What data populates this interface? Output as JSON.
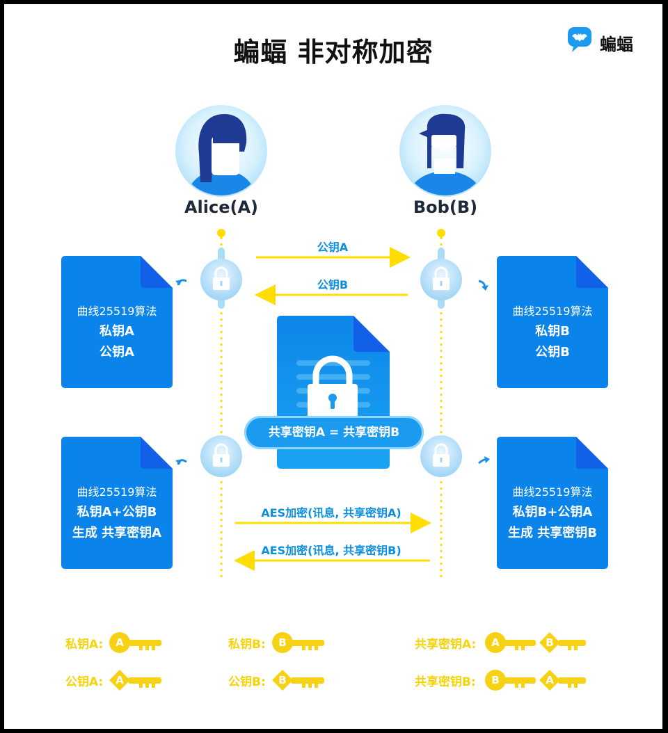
{
  "header": {
    "title": "蝙蝠 非对称加密",
    "brand_name": "蝙蝠"
  },
  "participants": {
    "alice": "Alice(A)",
    "bob": "Bob(B)"
  },
  "arrows": {
    "public_key_a": "公钥A",
    "public_key_b": "公钥B",
    "aes_a": "AES加密(讯息, 共享密钥A)",
    "aes_b": "AES加密(讯息, 共享密钥B)"
  },
  "docs": {
    "alice_top": {
      "algo": "曲线25519算法",
      "line1": "私钥A",
      "line2": "公钥A"
    },
    "bob_top": {
      "algo": "曲线25519算法",
      "line1": "私钥B",
      "line2": "公钥B"
    },
    "alice_bottom": {
      "algo": "曲线25519算法",
      "line1": "私钥A+公钥B",
      "line2": "生成 共享密钥A"
    },
    "bob_bottom": {
      "algo": "曲线25519算法",
      "line1": "私钥B+公钥A",
      "line2": "生成 共享密钥B"
    }
  },
  "center": {
    "shared_equation": "共享密钥A = 共享密钥B"
  },
  "legend": {
    "private_a": {
      "label": "私钥A:",
      "letter": "A"
    },
    "public_a": {
      "label": "公钥A:",
      "letter": "A"
    },
    "private_b": {
      "label": "私钥B:",
      "letter": "B"
    },
    "public_b": {
      "label": "公钥B:",
      "letter": "B"
    },
    "shared_a": {
      "label": "共享密钥A:",
      "letters": [
        "A",
        "B"
      ]
    },
    "shared_b": {
      "label": "共享密钥B:",
      "letters": [
        "B",
        "A"
      ]
    }
  },
  "colors": {
    "doc_blue": "#0a84ea",
    "fold_blue": "#1260e8",
    "arrow_yellow": "#ffdd00",
    "key_yellow": "#f7d214",
    "label_blue": "#0b8fe0"
  }
}
